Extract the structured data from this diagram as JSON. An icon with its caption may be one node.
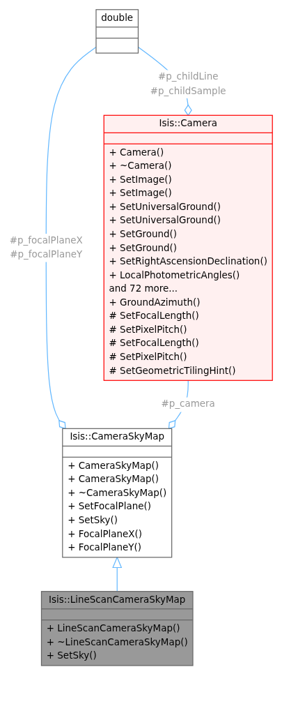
{
  "diagram": {
    "nodes": [
      {
        "text": [
          "double"
        ]
      },
      {
        "text": [
          "Isis::Camera",
          "+ Camera()",
          "+ ~Camera()",
          "+ SetImage()",
          "+ SetImage()",
          "+ SetUniversalGround()",
          "+ SetUniversalGround()",
          "+ SetGround()",
          "+ SetGround()",
          "+ SetRightAscensionDeclination()",
          "+ LocalPhotometricAngles()",
          "and 72 more...",
          "+ GroundAzimuth()",
          "# SetFocalLength()",
          "# SetPixelPitch()",
          "# SetFocalLength()",
          "# SetPixelPitch()",
          "# SetGeometricTilingHint()"
        ]
      },
      {
        "text": [
          "Isis::CameraSkyMap",
          "+ CameraSkyMap()",
          "+ CameraSkyMap()",
          "+ ~CameraSkyMap()",
          "+ SetFocalPlane()",
          "+ SetSky()",
          "+ FocalPlaneX()",
          "+ FocalPlaneY()"
        ]
      },
      {
        "text": [
          "Isis::LineScanCameraSkyMap",
          "+ LineScanCameraSkyMap()",
          "+ ~LineScanCameraSkyMap()",
          "+ SetSky()"
        ]
      }
    ],
    "edges": [
      {
        "from": 0,
        "to": 1,
        "arrow": "other",
        "label": "#p_childLine #p_childSample"
      },
      {
        "from": 0,
        "to": 2,
        "arrow": "other",
        "label": "#p_focalPlaneX #p_focalPlaneY"
      },
      {
        "from": 1,
        "to": 2,
        "arrow": "other",
        "label": "#p_camera"
      },
      {
        "from": 3,
        "to": 2,
        "arrow": "to"
      }
    ]
  }
}
